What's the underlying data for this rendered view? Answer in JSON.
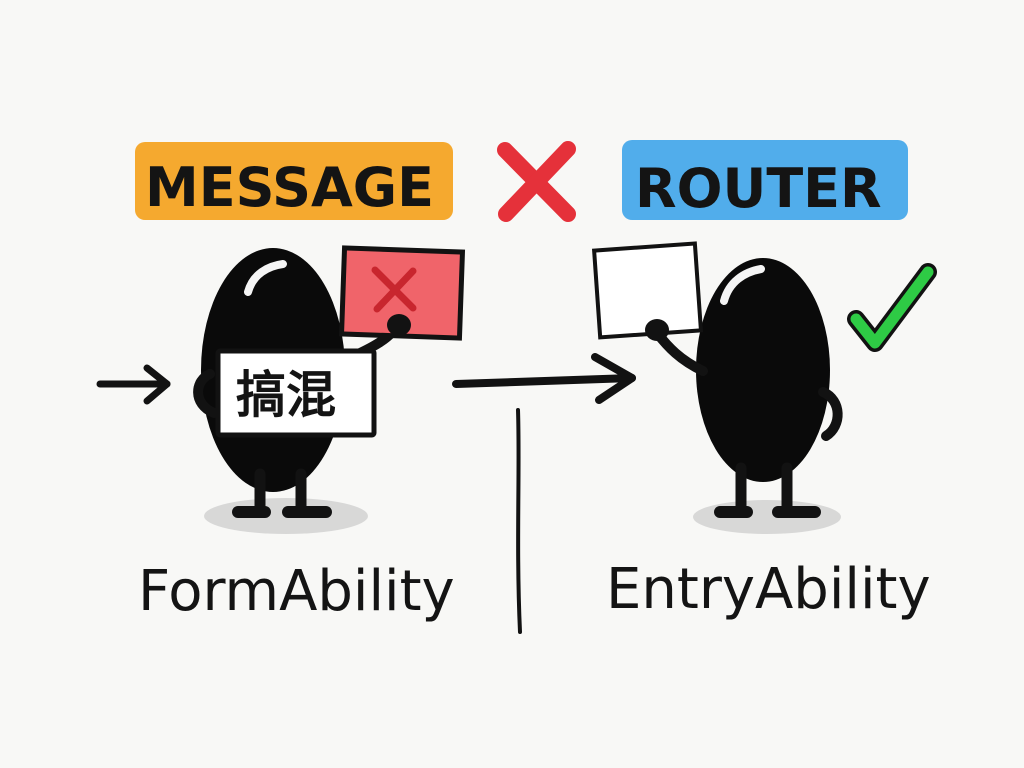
{
  "titles": {
    "left": "MESSAGE",
    "right": "ROUTER"
  },
  "labels": {
    "left": "FormAbility",
    "right": "EntryAbility"
  },
  "sign_text": "搞混",
  "colors": {
    "message_highlight": "#f4a31f",
    "router_highlight": "#48a9ea",
    "cross_red": "#e5313a",
    "check_green": "#2ecb45",
    "red_card": "#f0646a",
    "ink": "#121212"
  },
  "icons": {
    "title_separator": "red-cross-icon",
    "red_card_mark": "red-cross-icon",
    "approval": "green-check-icon"
  }
}
